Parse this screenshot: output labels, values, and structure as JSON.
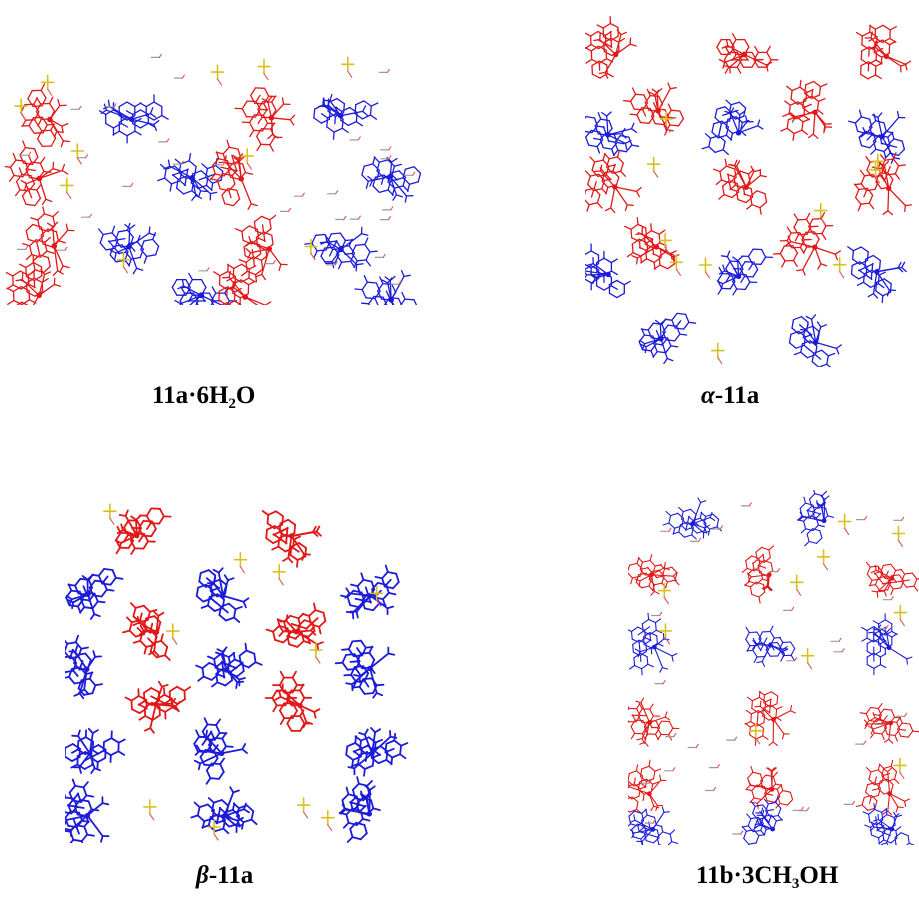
{
  "colors": {
    "red_molecules": "#e01818",
    "blue_molecules": "#1c1cd8",
    "sulfur": "#d8c020",
    "oxygen": "#e06060",
    "solvent_gray": "#9a9a9a",
    "background": "#ffffff"
  },
  "panels": [
    {
      "id": "11a-6h2o",
      "caption": {
        "main": "11a·6H",
        "sub": "2",
        "tail": "O",
        "italic_prefix": ""
      },
      "has_solvent": true
    },
    {
      "id": "alpha-11a",
      "caption": {
        "main": "-11a",
        "sub": "",
        "tail": "",
        "italic_prefix": "α"
      },
      "has_solvent": false
    },
    {
      "id": "beta-11a",
      "caption": {
        "main": "-11a",
        "sub": "",
        "tail": "",
        "italic_prefix": "β"
      },
      "has_solvent": false
    },
    {
      "id": "11b-3ch3oh",
      "caption": {
        "main": "11b·3CH",
        "sub": "3",
        "tail": "OH",
        "italic_prefix": ""
      },
      "has_solvent": true
    }
  ]
}
